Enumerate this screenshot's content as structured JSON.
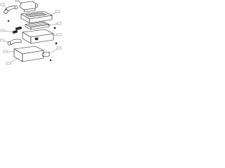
{
  "diagram": {
    "kind": "exploded parts diagram",
    "parts": [
      {
        "name": "intake-hose",
        "shading": "outline"
      },
      {
        "name": "upper-resonator",
        "shading": "outline"
      },
      {
        "name": "air-cleaner-cover",
        "shading": "outline"
      },
      {
        "name": "air-filter-element",
        "shading": "hatched"
      },
      {
        "name": "air-cleaner-body",
        "shading": "outline"
      },
      {
        "name": "bracket",
        "shading": "dark"
      },
      {
        "name": "lower-duct",
        "shading": "outline"
      },
      {
        "name": "lower-resonator",
        "shading": "outline"
      },
      {
        "name": "fasteners",
        "shading": "dark"
      }
    ],
    "colors": {
      "background": "#ffffff",
      "line": "#1a1a1a",
      "fill_dark": "#2a2a2a",
      "fill_grey": "#bdbdbd"
    }
  }
}
